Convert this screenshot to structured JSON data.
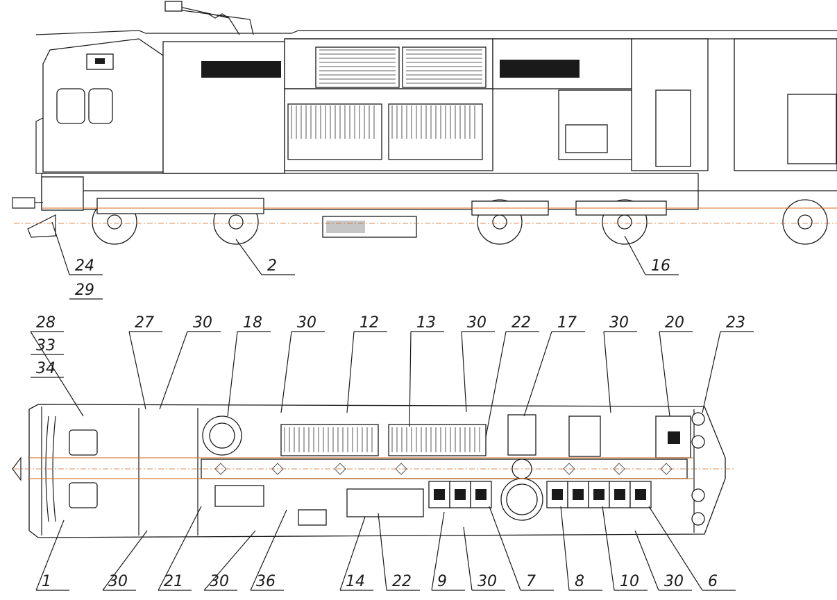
{
  "figure": {
    "kind": "locomotive general arrangement drawing",
    "views": [
      "side elevation",
      "plan view"
    ],
    "colors": {
      "line": "#1a1a1a",
      "centerline": "#d2691e",
      "background": "#ffffff"
    }
  },
  "callouts": {
    "side_view": [
      {
        "label": "24"
      },
      {
        "label": "29"
      },
      {
        "label": "2"
      },
      {
        "label": "16"
      }
    ],
    "plan_top": [
      {
        "label": "28"
      },
      {
        "label": "33"
      },
      {
        "label": "34"
      },
      {
        "label": "27"
      },
      {
        "label": "30"
      },
      {
        "label": "18"
      },
      {
        "label": "30"
      },
      {
        "label": "12"
      },
      {
        "label": "13"
      },
      {
        "label": "30"
      },
      {
        "label": "22"
      },
      {
        "label": "17"
      },
      {
        "label": "30"
      },
      {
        "label": "20"
      },
      {
        "label": "23"
      }
    ],
    "plan_bottom": [
      {
        "label": "1"
      },
      {
        "label": "30"
      },
      {
        "label": "21"
      },
      {
        "label": "30"
      },
      {
        "label": "36"
      },
      {
        "label": "14"
      },
      {
        "label": "22"
      },
      {
        "label": "9"
      },
      {
        "label": "30"
      },
      {
        "label": "7"
      },
      {
        "label": "8"
      },
      {
        "label": "10"
      },
      {
        "label": "30"
      },
      {
        "label": "6"
      }
    ]
  }
}
